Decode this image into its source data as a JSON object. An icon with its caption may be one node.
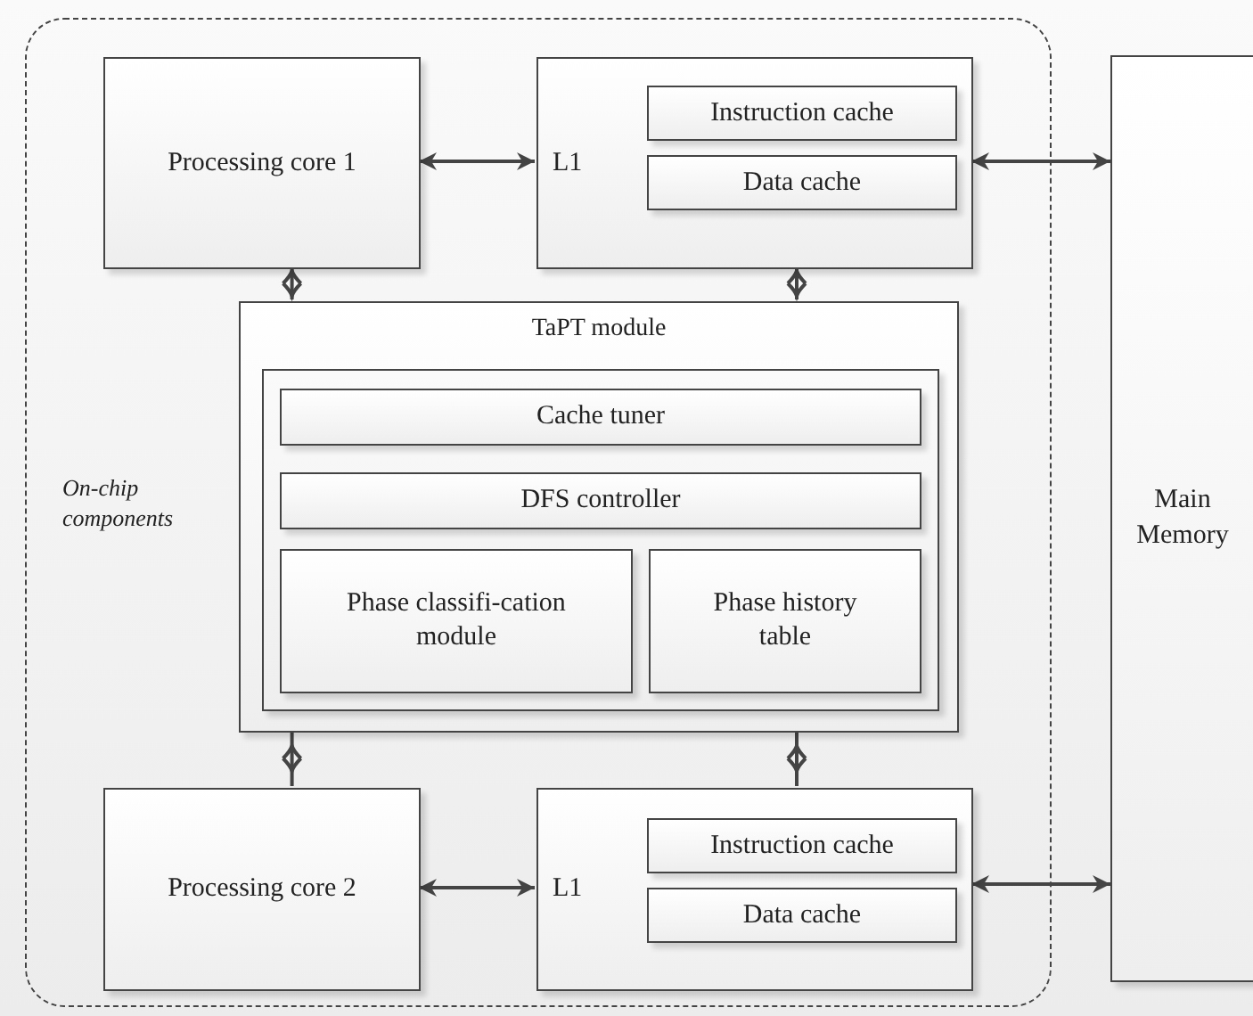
{
  "diagram": {
    "nodes": [
      {
        "text": [
          "On-chip components"
        ]
      },
      {
        "text": [
          "Processing core 1"
        ],
        "in": 0
      },
      {
        "text": [
          "L1"
        ],
        "in": 0
      },
      {
        "text": [
          "Instruction cache"
        ],
        "in": 2
      },
      {
        "text": [
          "Data cache"
        ],
        "in": 2
      },
      {
        "text": [
          "Main Memory"
        ]
      },
      {
        "text": [
          "TaPT module"
        ],
        "in": 0
      },
      {
        "text": [],
        "shape": "box",
        "in": 6
      },
      {
        "text": [
          "Cache tuner"
        ],
        "in": 7
      },
      {
        "text": [
          "DFS controller"
        ],
        "in": 7
      },
      {
        "text": [
          "Phase classifi-cation module"
        ],
        "in": 7
      },
      {
        "text": [
          "Phase history table"
        ],
        "in": 7
      },
      {
        "text": [
          "Processing core 2"
        ],
        "in": 0
      },
      {
        "text": [
          "L1"
        ],
        "in": 0
      },
      {
        "text": [
          "Instruction cache"
        ],
        "in": 13
      },
      {
        "text": [
          "Data cache"
        ],
        "in": 13
      }
    ],
    "edges": [
      {
        "from": 1,
        "to": 2,
        "arrow": "both"
      },
      {
        "from": 2,
        "to": 5,
        "arrow": "both"
      },
      {
        "from": 1,
        "to": 6,
        "arrow": "both"
      },
      {
        "from": 2,
        "to": 6,
        "arrow": "both"
      },
      {
        "from": 6,
        "to": 12,
        "arrow": "both"
      },
      {
        "from": 6,
        "to": 13,
        "arrow": "both"
      },
      {
        "from": 12,
        "to": 13,
        "arrow": "both"
      },
      {
        "from": 13,
        "to": 5,
        "arrow": "both"
      }
    ]
  }
}
